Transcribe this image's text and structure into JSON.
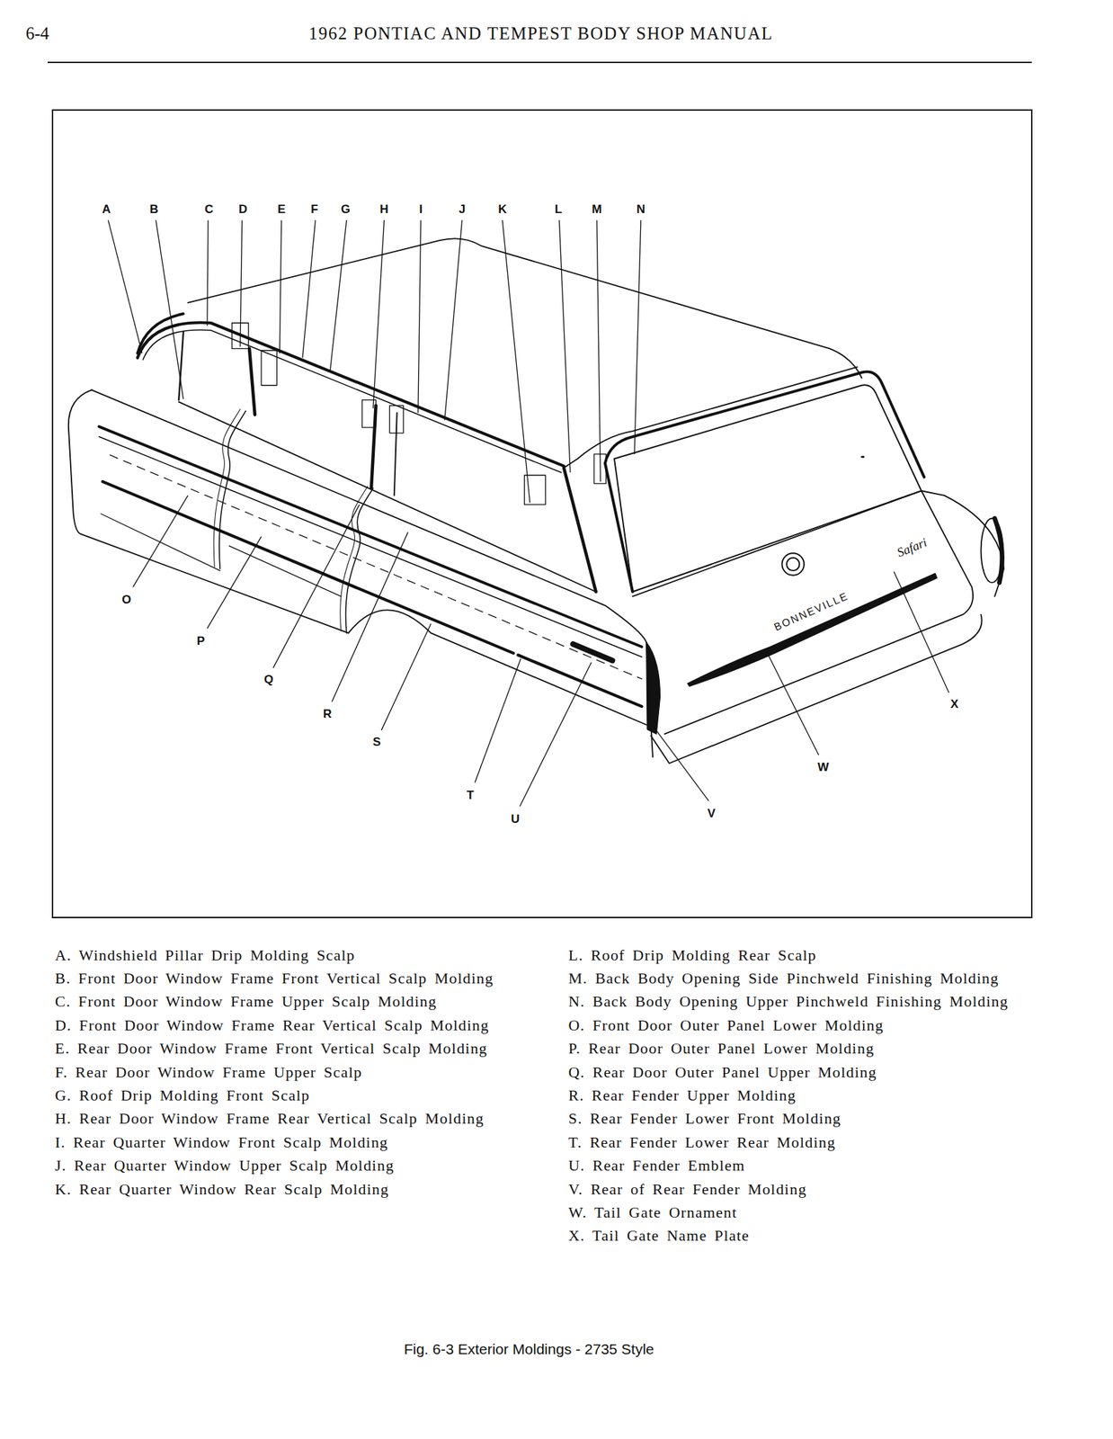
{
  "diagram": {
    "title": "1962 PONTIAC AND TEMPEST BODY SHOP MANUAL",
    "caption": "Fig. 6-3 Exterior Moldings - 2735 Style",
    "labels": [
      "6-4",
      "A",
      "B",
      "C",
      "D",
      "E",
      "F",
      "G",
      "H",
      "I",
      "J",
      "K",
      "L",
      "M",
      "N",
      "O",
      "P",
      "Q",
      "R",
      "S",
      "T",
      "U",
      "V",
      "W",
      "X",
      "BONNEVILLE",
      "Safari",
      "A. Windshield Pillar Drip Molding Scalp",
      "B. Front Door Window Frame Front Vertical Scalp Molding",
      "C. Front Door Window Frame Upper Scalp Molding",
      "D. Front Door Window Frame Rear Vertical Scalp Molding",
      "E. Rear Door Window Frame Front Vertical Scalp Molding",
      "F. Rear Door Window Frame Upper Scalp",
      "G. Roof Drip Molding Front Scalp",
      "H. Rear Door Window Frame Rear Vertical Scalp Molding",
      "I. Rear Quarter Window Front Scalp Molding",
      "J. Rear Quarter Window Upper Scalp Molding",
      "K. Rear Quarter Window Rear Scalp Molding",
      "L. Roof Drip Molding Rear Scalp",
      "M. Back Body Opening Side Pinchweld Finishing Molding",
      "N. Back Body Opening Upper Pinchweld Finishing Molding",
      "O. Front Door Outer Panel Lower Molding",
      "P. Rear Door Outer Panel Lower Molding",
      "Q. Rear Door Outer Panel Upper Molding",
      "R. Rear Fender Upper Molding",
      "S. Rear Fender Lower Front Molding",
      "T. Rear Fender Lower Rear Molding",
      "U. Rear Fender Emblem",
      "V. Rear of Rear Fender Molding",
      "W. Tail Gate Ornament",
      "X. Tail Gate Name Plate"
    ]
  }
}
